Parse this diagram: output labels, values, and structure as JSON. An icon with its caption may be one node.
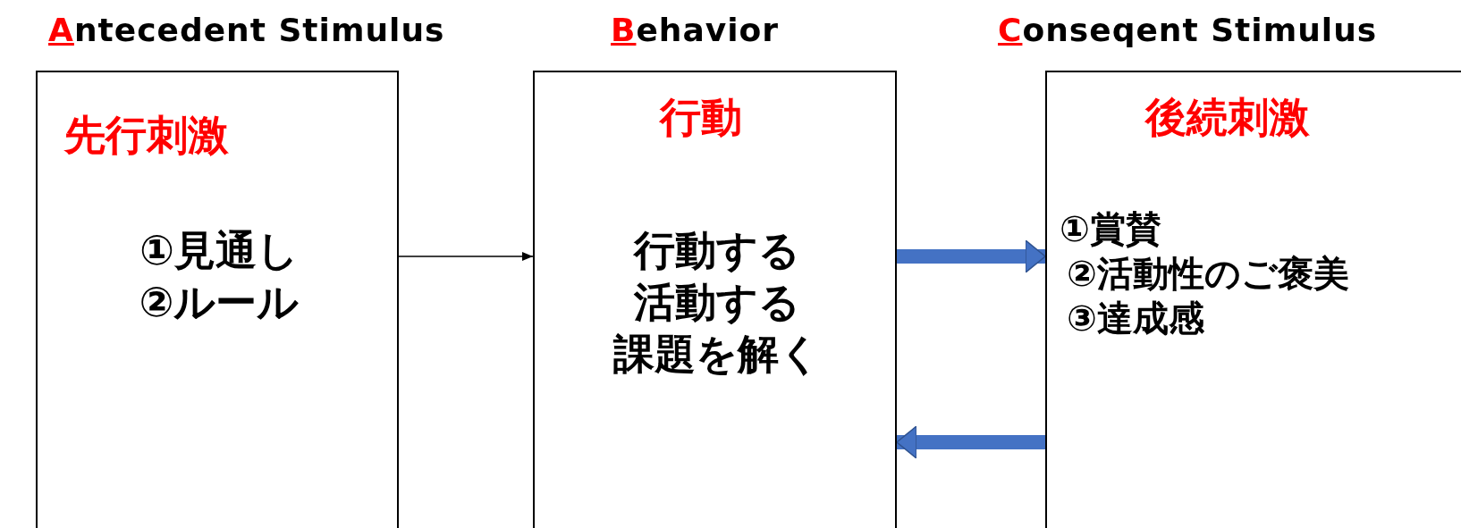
{
  "diagram": {
    "nodes": [
      {
        "text": [
          "Antecedent Stimulus",
          "先行刺激",
          "①見通し②ルール"
        ]
      },
      {
        "text": [
          "Behavior",
          "行動",
          "行動する活動する課題を解く"
        ]
      },
      {
        "text": [
          "Conseqent Stimulus",
          "後続刺激",
          "①賞賛②活動性のご褒美③達成感"
        ]
      }
    ],
    "edges": [
      {
        "from": 0,
        "to": 1,
        "arrow": "to",
        "color": "#000000"
      },
      {
        "from": 1,
        "to": 2,
        "arrow": "to"
      },
      {
        "from": 2,
        "to": 1,
        "arrow": "to"
      }
    ]
  }
}
